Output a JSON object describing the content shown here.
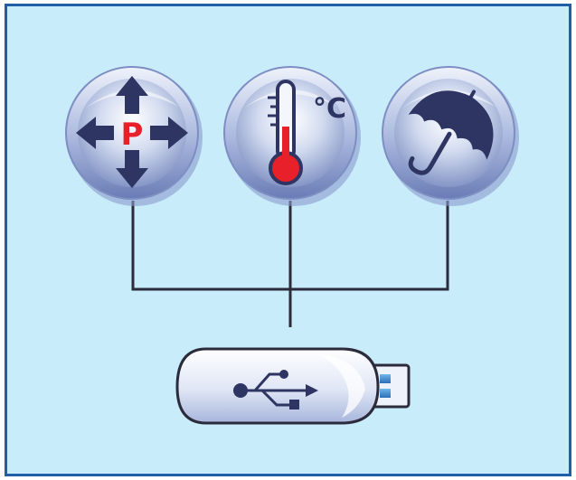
{
  "colors": {
    "background": "#c9ecfa",
    "frame_border": "#1f5fa8",
    "icon_navy": "#2e3563",
    "accent_red": "#e8202a",
    "connector": "#2b2b3c",
    "button_ring": "#8fa5d2",
    "drive_body": "#e6ecf8"
  },
  "buttons": [
    {
      "name": "position-sensor",
      "icon": "arrows-move-icon",
      "label": "P"
    },
    {
      "name": "temperature-sensor",
      "icon": "thermometer-icon",
      "label": "°C"
    },
    {
      "name": "rain-sensor",
      "icon": "umbrella-icon"
    }
  ],
  "usb_drive": {
    "icon": "usb-icon"
  }
}
